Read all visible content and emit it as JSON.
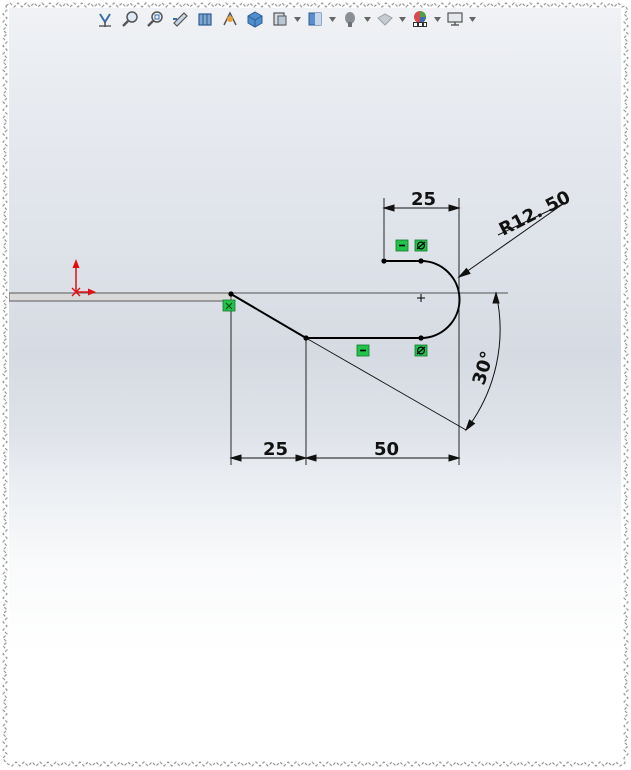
{
  "toolbar": {
    "buttons": [
      {
        "icon": "view-orientation-icon"
      },
      {
        "icon": "zoom-to-fit-icon"
      },
      {
        "icon": "zoom-to-area-icon"
      },
      {
        "icon": "previous-view-icon"
      },
      {
        "icon": "section-view-icon"
      },
      {
        "icon": "dynamic-annotation-icon"
      },
      {
        "icon": "view-orientation-cube-icon"
      },
      {
        "icon": "display-style-icon",
        "dropdown": true
      },
      {
        "icon": "hide-show-items-icon",
        "dropdown": true
      },
      {
        "icon": "edit-appearance-icon",
        "dropdown": true
      },
      {
        "icon": "apply-scene-icon",
        "dropdown": true
      },
      {
        "icon": "view-settings-icon",
        "dropdown": true
      },
      {
        "icon": "monitor-icon",
        "dropdown": true
      }
    ]
  },
  "dimensions": {
    "top_width": "25",
    "radius": "R12. 50",
    "angle": "30°",
    "bottom_left": "25",
    "bottom_right": "50"
  },
  "colors": {
    "relation_green": "#22c34a",
    "origin_red": "#e01010",
    "sketch_line": "#000000"
  }
}
